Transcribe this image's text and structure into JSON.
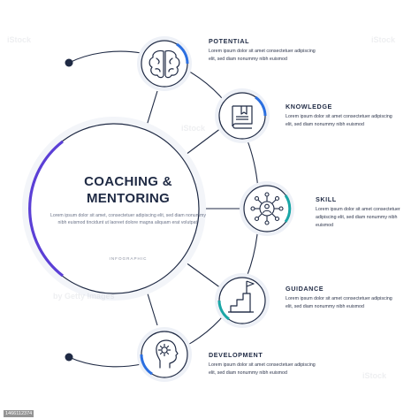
{
  "center": {
    "title_line1": "COACHING &",
    "title_line2": "MENTORING",
    "body": "Lorem ipsum dolor sit amet, consectetuer adipiscing elit, sed diam nonummy nibh euismod tincidunt ut laoreet dolore magna aliquam erat volutpat.",
    "subtitle": "INFOGRAPHIC"
  },
  "steps": [
    {
      "heading": "POTENTIAL",
      "text": "Lorem ipsum dolor sit amet consectetuer adipiscing elit, sed diam nonummy nibh euismod",
      "icon": "brain-icon"
    },
    {
      "heading": "KNOWLEDGE",
      "text": "Lorem ipsum dolor sit amet consectetuer adipiscing elit, sed diam nonummy nibh euismod",
      "icon": "book-icon"
    },
    {
      "heading": "SKILL",
      "text": "Lorem ipsum dolor sit amet consectetuer adipiscing elit, sed diam nonummy nibh euismod",
      "icon": "network-person-icon"
    },
    {
      "heading": "GUIDANCE",
      "text": "Lorem ipsum dolor sit amet consectetuer adipiscing elit, sed diam nonummy nibh euismod",
      "icon": "stairs-flag-icon"
    },
    {
      "heading": "DEVELOPMENT",
      "text": "Lorem ipsum dolor sit amet consectetuer adipiscing elit, sed diam nonummy nibh euismod",
      "icon": "head-gear-icon"
    }
  ],
  "watermark": {
    "text": "iStock",
    "sub": "by Getty Images"
  },
  "stock_id": "1466112374",
  "colors": {
    "navy": "#1f2a44",
    "accent_purple": "#5b3fd6",
    "accent_blue": "#2b6fe0",
    "accent_teal": "#1aa6a6",
    "halo": "#eef1f7"
  }
}
